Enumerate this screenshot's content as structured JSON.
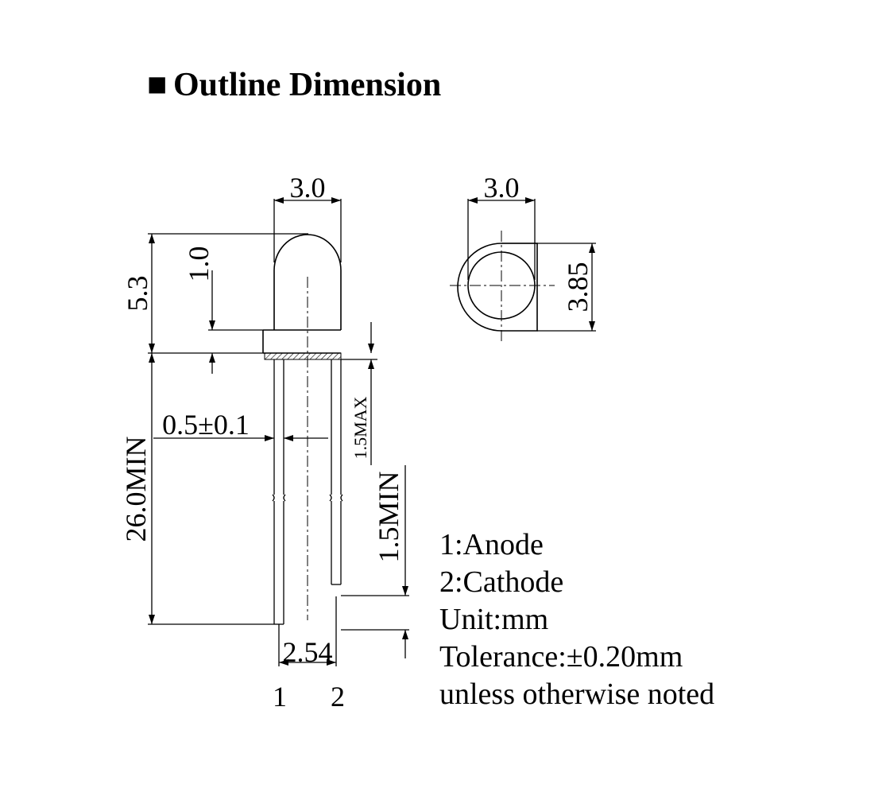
{
  "title": {
    "marker": "■",
    "text": "Outline Dimension"
  },
  "dimensions": {
    "side_width": "3.0",
    "top_width": "3.0",
    "total_height": "5.3",
    "dome_height": "1.0",
    "flange_height": "3.85",
    "lead_length": "26.0MIN",
    "lead_width": "0.5±0.1",
    "resin_max": "1.5MAX",
    "lead_offset_min": "1.5MIN",
    "pitch": "2.54"
  },
  "pins": [
    "1",
    "2"
  ],
  "notes": [
    "1:Anode",
    "2:Cathode",
    "Unit:mm",
    "Tolerance:±0.20mm",
    "unless otherwise noted"
  ]
}
